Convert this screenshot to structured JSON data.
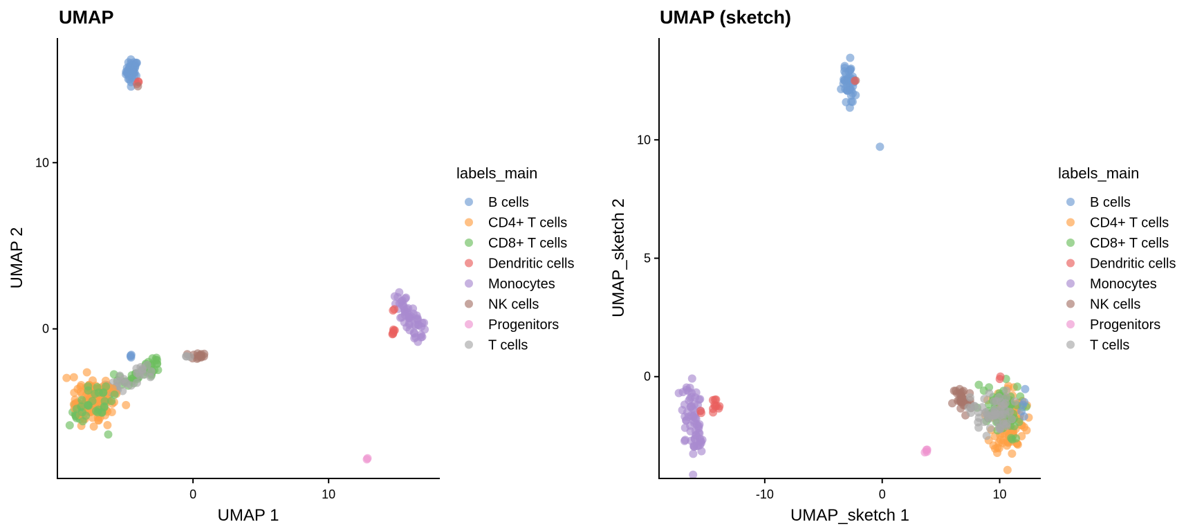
{
  "colors": {
    "B cells": "#6f9bd2",
    "CD4+ T cells": "#ff9f45",
    "CD8+ T cells": "#6dbf5f",
    "Dendritic cells": "#e9605d",
    "Monocytes": "#a98bd0",
    "NK cells": "#a8766c",
    "Progenitors": "#ee93cf",
    "T cells": "#a7a7a7"
  },
  "chart_data": [
    {
      "type": "scatter",
      "title": "UMAP",
      "xlabel": "UMAP 1",
      "ylabel": "UMAP 2",
      "xlim": [
        -10,
        18.2
      ],
      "ylim": [
        -9,
        17.5
      ],
      "xticks": [
        0,
        10
      ],
      "yticks": [
        0,
        10
      ],
      "legend_title": "labels_main",
      "legend_placement": "right",
      "grid": false,
      "clusters": [
        {
          "label": "B cells",
          "cx": -4.5,
          "cy": 15.5,
          "sx": 0.22,
          "sy": 0.35,
          "n": 45
        },
        {
          "label": "Dendritic cells",
          "cx": -4.0,
          "cy": 14.8,
          "sx": 0.08,
          "sy": 0.08,
          "n": 3
        },
        {
          "label": "NK cells",
          "cx": -4.1,
          "cy": 14.7,
          "sx": 0.05,
          "sy": 0.05,
          "n": 1
        },
        {
          "label": "B cells",
          "cx": -4.5,
          "cy": -1.6,
          "sx": 0.12,
          "sy": 0.1,
          "n": 4
        },
        {
          "label": "NK cells",
          "cx": 0.3,
          "cy": -1.65,
          "sx": 0.35,
          "sy": 0.1,
          "n": 14
        },
        {
          "label": "T cells",
          "cx": -0.4,
          "cy": -1.7,
          "sx": 0.1,
          "sy": 0.06,
          "n": 3
        },
        {
          "label": "Monocytes",
          "cx": 15.9,
          "cy": 0.8,
          "sx": 0.3,
          "sy": 0.3,
          "n": 55,
          "x1": 15.0,
          "y1": 2.0,
          "x2": 16.9,
          "y2": -0.6
        },
        {
          "label": "Dendritic cells",
          "cx": 14.8,
          "cy": -0.2,
          "sx": 0.12,
          "sy": 0.1,
          "n": 6
        },
        {
          "label": "Dendritic cells",
          "cx": 14.9,
          "cy": 1.1,
          "sx": 0.1,
          "sy": 0.1,
          "n": 2
        },
        {
          "label": "Progenitors",
          "cx": 12.8,
          "cy": -7.8,
          "sx": 0.06,
          "sy": 0.06,
          "n": 2
        },
        {
          "label": "CD8+ T cells",
          "cx": -5.5,
          "cy": -3.5,
          "sx": 0.25,
          "sy": 0.25,
          "n": 70,
          "x1": -8.8,
          "y1": -5.2,
          "x2": -2.4,
          "y2": -2.0
        },
        {
          "label": "T cells",
          "cx": -5.0,
          "cy": -3.2,
          "sx": 0.3,
          "sy": 0.25,
          "n": 45,
          "x1": -7.8,
          "y1": -4.8,
          "x2": -3.2,
          "y2": -2.3
        },
        {
          "label": "CD4+ T cells",
          "cx": -7.4,
          "cy": -4.3,
          "sx": 0.75,
          "sy": 0.75,
          "n": 120
        },
        {
          "label": "CD8+ T cells",
          "cx": -7.5,
          "cy": -4.5,
          "sx": 0.7,
          "sy": 0.7,
          "n": 30
        }
      ]
    },
    {
      "type": "scatter",
      "title": "UMAP (sketch)",
      "xlabel": "UMAP_sketch 1",
      "ylabel": "UMAP_sketch 2",
      "xlim": [
        -19.0,
        13.5
      ],
      "ylim": [
        -4.3,
        14.3
      ],
      "xticks": [
        -10,
        0,
        10
      ],
      "yticks": [
        0,
        5,
        10
      ],
      "legend_title": "labels_main",
      "legend_placement": "right",
      "grid": false,
      "clusters": [
        {
          "label": "B cells",
          "cx": -2.8,
          "cy": 12.5,
          "sx": 0.28,
          "sy": 0.4,
          "n": 45
        },
        {
          "label": "NK cells",
          "cx": -2.2,
          "cy": 12.6,
          "sx": 0.05,
          "sy": 0.05,
          "n": 1
        },
        {
          "label": "Dendritic cells",
          "cx": -2.3,
          "cy": 12.5,
          "sx": 0.05,
          "sy": 0.05,
          "n": 1
        },
        {
          "label": "B cells",
          "cx": -0.2,
          "cy": 9.7,
          "sx": 0.01,
          "sy": 0.01,
          "n": 1
        },
        {
          "label": "Monocytes",
          "cx": -16.0,
          "cy": -1.8,
          "sx": 0.45,
          "sy": 0.3,
          "n": 70,
          "x1": -16.5,
          "y1": -0.5,
          "x2": -15.8,
          "y2": -3.1
        },
        {
          "label": "Dendritic cells",
          "cx": -14.3,
          "cy": -1.3,
          "sx": 0.3,
          "sy": 0.2,
          "n": 10
        },
        {
          "label": "Dendritic cells",
          "cx": -15.5,
          "cy": -1.5,
          "sx": 0.1,
          "sy": 0.1,
          "n": 2
        },
        {
          "label": "Progenitors",
          "cx": 3.8,
          "cy": -3.2,
          "sx": 0.08,
          "sy": 0.12,
          "n": 4
        },
        {
          "label": "NK cells",
          "cx": 6.8,
          "cy": -1.0,
          "sx": 0.4,
          "sy": 0.35,
          "n": 30
        },
        {
          "label": "CD4+ T cells",
          "cx": 10.8,
          "cy": -1.8,
          "sx": 0.7,
          "sy": 0.75,
          "n": 110
        },
        {
          "label": "CD8+ T cells",
          "cx": 9.9,
          "cy": -1.5,
          "sx": 1.0,
          "sy": 0.6,
          "n": 60
        },
        {
          "label": "T cells",
          "cx": 9.3,
          "cy": -1.5,
          "sx": 0.9,
          "sy": 0.45,
          "n": 55
        },
        {
          "label": "B cells",
          "cx": 12.0,
          "cy": -1.6,
          "sx": 0.2,
          "sy": 0.5,
          "n": 5
        },
        {
          "label": "Dendritic cells",
          "cx": 10.2,
          "cy": -0.1,
          "sx": 0.15,
          "sy": 0.1,
          "n": 2
        }
      ]
    }
  ]
}
